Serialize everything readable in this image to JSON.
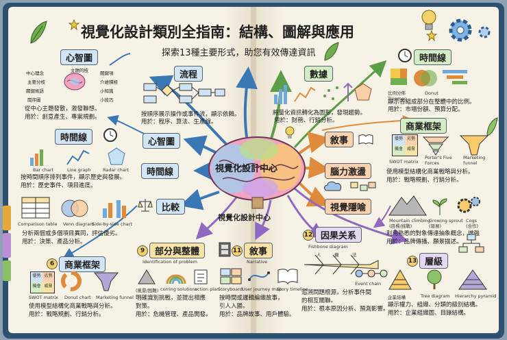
{
  "header": {
    "title": "視覺化設計類別全指南：結構、圖解與應用",
    "subtitle": "探索13種主要形式，助您有效傳達資訊"
  },
  "center": {
    "label": "視覺化設計中心",
    "below_label": "視覺化設計中心"
  },
  "mindmap": {
    "heading": "心智圖",
    "nodes": [
      "中心理念",
      "主題的枝",
      "關鍵項",
      "主要分枝",
      "介維積極",
      "關鍵術語",
      "小知識",
      "閱序圖",
      "小技巧"
    ],
    "line1": "從中心主題發散，激發聯想。",
    "line2": "用於：創意產生、專案規劃。"
  },
  "flow": {
    "heading": "流程",
    "line1": "按順序展示操作或事件流，顯示依賴。",
    "line2": "用於：程序、算法、生產線。"
  },
  "data": {
    "heading": "數據",
    "line1": "將量化資訊轉化為圖形，發現趨勢。",
    "line2": "用於：財務、行銷分析。"
  },
  "timeline_top": {
    "heading": "時間線",
    "chart1": "比例分佈\nTreemap",
    "chart2": "Donut",
    "line1": "顯示各組成部分在整體中的比例。",
    "line2": "用於：市場份額、預算分配。"
  },
  "timeline_left": {
    "heading": "時間線",
    "chart1": "Bar chart",
    "chart2": "Line graph",
    "chart3": "Radar chart",
    "line1": "按時間順序排列事件，顯示歷史與發展。",
    "line2": "用於：歷史事件、項目進度。"
  },
  "compare_left": {
    "chart1": "Comparison table",
    "chart2": "Venn diagram",
    "chart3": "Side-by-side chart",
    "line1": "分析兩個或多個項目異同，評估優劣。",
    "line2": "用於：決策、產品分析。"
  },
  "business_left": {
    "heading": "商業框架",
    "num": "6",
    "chart1": "SWOT matrix",
    "chart2": "Donut chart",
    "chart3": "Marketing funnel",
    "swot": [
      "優勢",
      "劣勢",
      "機會",
      "威脅"
    ],
    "line1": "使用模型結構化商業戰略與分析。",
    "line2": "用於：戰略規劃、行銷分析。"
  },
  "radial": {
    "mind": "心智圖",
    "timeline": "時間線",
    "compare": "比較",
    "story": "敘事",
    "brainstorm": "腦力激盪",
    "metaphor": "視覺隱喻"
  },
  "business_right": {
    "heading": "商業框架",
    "chart1": "SWOT matrix",
    "chart2": "Porter's Five\nForces",
    "chart3": "Marketing\nfunnel",
    "swot": [
      "優勢",
      "劣勢",
      "機會",
      "威脅"
    ],
    "line1": "使用模型結構化商業戰略與分析。",
    "line2": "用於：戰略規劃、行銷分析。"
  },
  "metaphor": {
    "chart1": "Mountain climbing\n(目標/挑戰)",
    "chart2": "Growing sprout\n(發展)",
    "chart3": "Cogs\n(合作)",
    "line1": "利用熟悉的對象傳達抽象概念，增強",
    "line2": "用於：品牌傳播、願景描述。"
  },
  "parts": {
    "num": "9",
    "heading": "部分與整體",
    "caption": "Identification of problem",
    "chart1": "(風景/困難)",
    "chart2": "corring solutions",
    "chart3": "action plan",
    "line1": "明確識別挑戰，並提出相應",
    "line2": "對策。",
    "line3": "用於：危機管理、產品開發。"
  },
  "story_bottom": {
    "num": "11",
    "heading": "敘事",
    "caption": "Narrative",
    "chart1": "Storyboard",
    "chart2": "User journey map",
    "chart3": "Story timeline",
    "line1": "按時間或邏輯編織故事，",
    "line2": "引人入勝。",
    "line3": "用於：品牌故事、用戶體驗。"
  },
  "cause": {
    "num": "12",
    "heading": "因果关系",
    "caption1": "Fishbone diagram",
    "bones": [
      "人",
      "機",
      "法"
    ],
    "caption2": "Event chain",
    "line1": "追溯問題根源，分析事件間",
    "line2": "的相互關聯。",
    "line3": "用於：根本原因分析、預測影響。"
  },
  "hierarchy": {
    "num": "13",
    "heading": "層級",
    "chart1": "企業結構",
    "chart2": "Tree diagram",
    "chart3": "Hierarchy pyramid",
    "line1": "顯示權力、組織、分類的級別結構。",
    "line2": "用於：企業組織圖、目錄結構。"
  },
  "colors": {
    "cover": "#2f5170",
    "paper": "#f7f2e6",
    "accent_blue": "#3a78b5",
    "accent_orange": "#e08a3c",
    "accent_purple": "#8f68c2",
    "accent_green": "#5a9e48"
  },
  "icons": [
    "lightbulb-icon",
    "gear-icon",
    "clock-icon",
    "star-icon",
    "leaf-icon",
    "scales-icon",
    "film-icon",
    "book-icon",
    "cloud-icon",
    "mountain-icon",
    "sprout-icon",
    "brain-icon"
  ]
}
